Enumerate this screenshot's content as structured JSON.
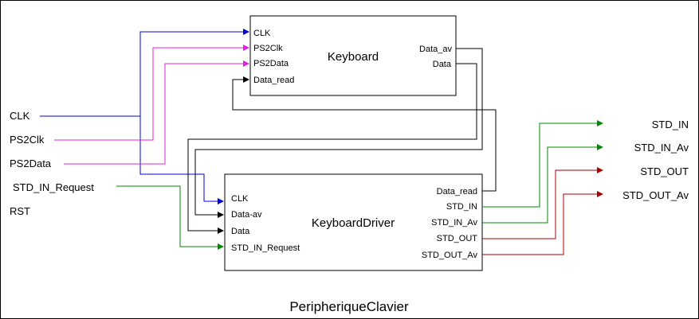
{
  "frame": {
    "title": "PeripheriqueClavier"
  },
  "colors": {
    "clk": "#0000cc",
    "ps2": "#e020e0",
    "green": "#008800",
    "red": "#aa0000",
    "black": "#000000"
  },
  "inputs": {
    "clk": "CLK",
    "ps2clk": "PS2Clk",
    "ps2data": "PS2Data",
    "std_in_request": "STD_IN_Request",
    "rst": "RST"
  },
  "outputs": {
    "std_in": "STD_IN",
    "std_in_av": "STD_IN_Av",
    "std_out": "STD_OUT",
    "std_out_av": "STD_OUT_Av"
  },
  "keyboard": {
    "title": "Keyboard",
    "in_ports": {
      "clk": "CLK",
      "ps2clk": "PS2Clk",
      "ps2data": "PS2Data",
      "data_read": "Data_read"
    },
    "out_ports": {
      "data_av": "Data_av",
      "data": "Data"
    }
  },
  "driver": {
    "title": "KeyboardDriver",
    "in_ports": {
      "clk": "CLK",
      "data_av": "Data-av",
      "data": "Data",
      "std_in_request": "STD_IN_Request"
    },
    "out_ports": {
      "data_read": "Data_read",
      "std_in": "STD_IN",
      "std_in_av": "STD_IN_Av",
      "std_out": "STD_OUT",
      "std_out_av": "STD_OUT_Av"
    }
  }
}
